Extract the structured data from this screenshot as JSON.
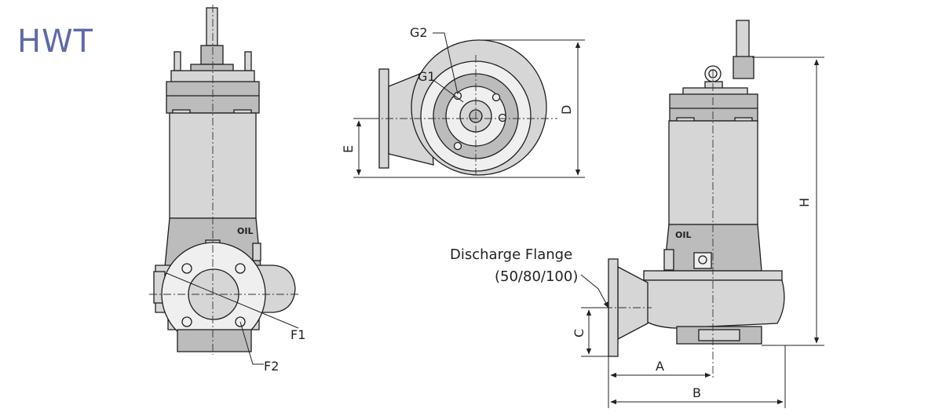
{
  "title": "HWT",
  "labels": {
    "g2": "G2",
    "g1": "G1",
    "d": "D",
    "e": "E",
    "f1": "F1",
    "f2": "F2",
    "h": "H",
    "c": "C",
    "a": "A",
    "b": "B",
    "oil_front": "OIL",
    "oil_side": "OIL",
    "discharge_flange": "Discharge Flange",
    "discharge_sizes": "(50/80/100)"
  }
}
